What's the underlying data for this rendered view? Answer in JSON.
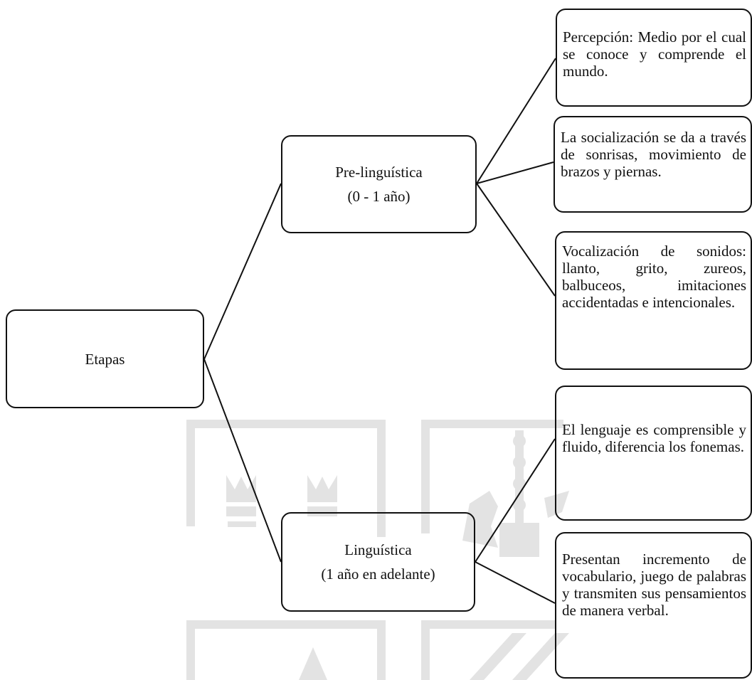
{
  "diagram": {
    "root": {
      "label": "Etapas"
    },
    "stages": [
      {
        "title": "Pre-linguística",
        "range": "(0 - 1 año)",
        "details": [
          "Percepción: Medio por el cual se conoce y comprende el mundo.",
          "La socialización se da a través de sonrisas, movimiento de brazos y piernas.",
          "Vocalización de sonidos: llanto, grito, zureos, balbuceos, imitaciones accidentadas e intencionales."
        ]
      },
      {
        "title": "Linguística",
        "range": "(1 año en adelante)",
        "details": [
          "El lenguaje es comprensible y fluido, diferencia los fonemas.",
          "Presentan incremento de vocabulario, juego de palabras y transmiten sus pensamientos de manera verbal."
        ]
      }
    ]
  },
  "colors": {
    "line": "#111111",
    "watermark": "#d9d9d9"
  }
}
